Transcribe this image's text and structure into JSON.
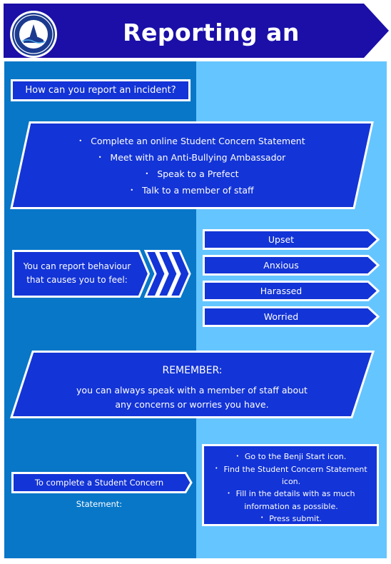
{
  "header": {
    "title": "Reporting an Incident",
    "logo_icon": "school-crest-icon",
    "colors": {
      "bar": "#1b0fa8",
      "panel_left": "#0877c8",
      "panel_right": "#65c5ff",
      "box": "#1334d6"
    }
  },
  "question": {
    "label": "How can you report an incident?"
  },
  "methods": {
    "items": [
      "Complete an online Student Concern Statement",
      "Meet with an Anti-Bullying Ambassador",
      "Speak to a Prefect",
      "Talk to a member of staff"
    ]
  },
  "feelings": {
    "label": "You can report behaviour that causes you to feel:",
    "items": [
      "Upset",
      "Anxious",
      "Harassed",
      "Worried"
    ]
  },
  "remember": {
    "title": "REMEMBER:",
    "text": "you can always speak with a member of staff about any concerns or worries you have."
  },
  "statement": {
    "label": "To complete a Student Concern Statement:",
    "steps": [
      "Go to the Benji Start icon.",
      "Find the Student Concern Statement icon.",
      "Fill in the details with as much information as possible.",
      "Press submit."
    ]
  }
}
